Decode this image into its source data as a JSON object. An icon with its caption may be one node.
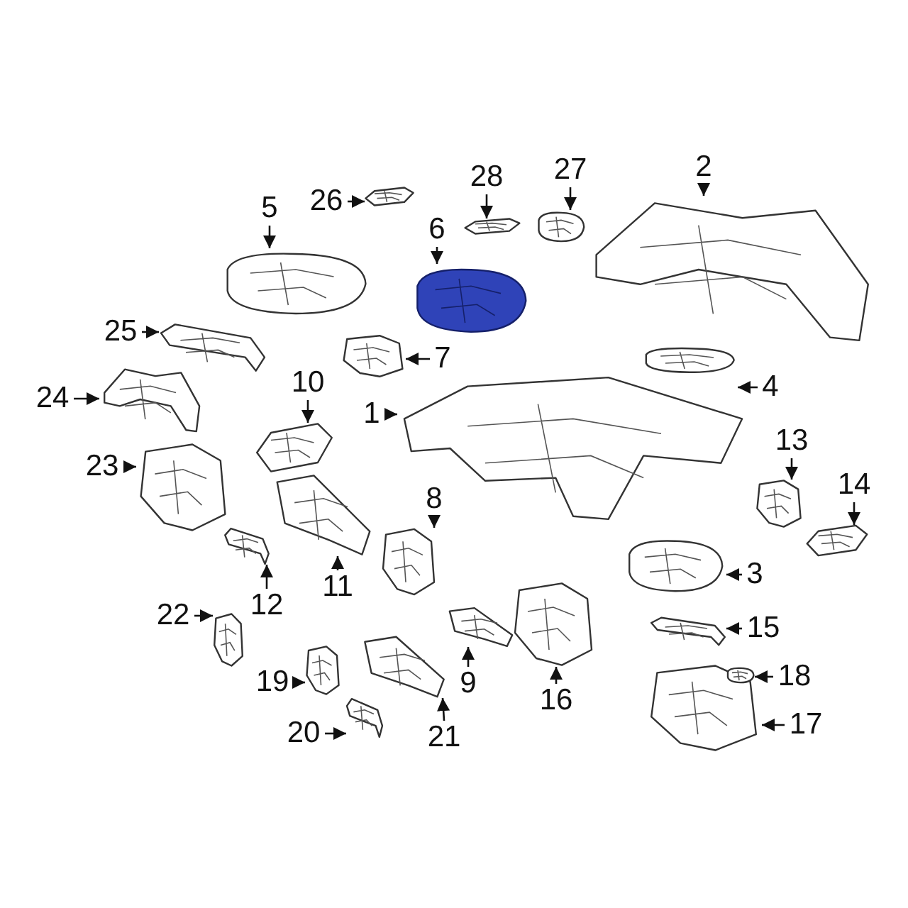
{
  "diagram": {
    "nodes": [
      {
        "text": [
          "1"
        ]
      },
      {
        "text": [
          "2"
        ]
      },
      {
        "text": [
          "3"
        ]
      },
      {
        "text": [
          "4"
        ]
      },
      {
        "text": [
          "5"
        ]
      },
      {
        "text": [
          "6"
        ]
      },
      {
        "text": [
          "7"
        ]
      },
      {
        "text": [
          "8"
        ]
      },
      {
        "text": [
          "9"
        ]
      },
      {
        "text": [
          "10"
        ]
      },
      {
        "text": [
          "11"
        ]
      },
      {
        "text": [
          "12"
        ]
      },
      {
        "text": [
          "13"
        ]
      },
      {
        "text": [
          "14"
        ]
      },
      {
        "text": [
          "15"
        ]
      },
      {
        "text": [
          "16"
        ]
      },
      {
        "text": [
          "17"
        ]
      },
      {
        "text": [
          "18"
        ]
      },
      {
        "text": [
          "19"
        ]
      },
      {
        "text": [
          "20"
        ]
      },
      {
        "text": [
          "21"
        ]
      },
      {
        "text": [
          "22"
        ]
      },
      {
        "text": [
          "23"
        ]
      },
      {
        "text": [
          "24"
        ]
      },
      {
        "text": [
          "25"
        ]
      },
      {
        "text": [
          "26"
        ]
      },
      {
        "text": [
          "27"
        ]
      },
      {
        "text": [
          "28"
        ]
      },
      {
        "text": [],
        "shape": "picture"
      },
      {
        "text": [],
        "shape": "picture"
      },
      {
        "text": [],
        "shape": "picture"
      },
      {
        "text": [],
        "shape": "picture"
      },
      {
        "text": [],
        "shape": "picture"
      },
      {
        "text": [],
        "shape": "picture"
      },
      {
        "text": [],
        "shape": "picture"
      },
      {
        "text": [],
        "shape": "picture"
      },
      {
        "text": [],
        "shape": "picture"
      },
      {
        "text": [],
        "shape": "picture"
      },
      {
        "text": [],
        "shape": "picture"
      },
      {
        "text": [],
        "shape": "picture"
      },
      {
        "text": [],
        "shape": "picture"
      },
      {
        "text": [],
        "shape": "picture"
      },
      {
        "text": [],
        "shape": "picture"
      },
      {
        "text": [],
        "shape": "picture"
      },
      {
        "text": [],
        "shape": "picture"
      },
      {
        "text": [],
        "shape": "picture"
      },
      {
        "text": [],
        "shape": "picture"
      },
      {
        "text": [],
        "shape": "picture"
      },
      {
        "text": [],
        "shape": "picture"
      },
      {
        "text": [],
        "shape": "picture"
      },
      {
        "text": [],
        "shape": "picture"
      },
      {
        "text": [],
        "shape": "picture"
      },
      {
        "text": [],
        "shape": "picture"
      },
      {
        "text": [],
        "shape": "picture"
      },
      {
        "text": [],
        "shape": "picture"
      },
      {
        "text": [],
        "shape": "picture"
      }
    ],
    "edges": [
      {
        "from": 0,
        "to": 28,
        "arrow": "to"
      },
      {
        "from": 1,
        "to": 29,
        "arrow": "to"
      },
      {
        "from": 2,
        "to": 30,
        "arrow": "to"
      },
      {
        "from": 3,
        "to": 31,
        "arrow": "to"
      },
      {
        "from": 4,
        "to": 32,
        "arrow": "to"
      },
      {
        "from": 5,
        "to": 33,
        "arrow": "to"
      },
      {
        "from": 6,
        "to": 34,
        "arrow": "to"
      },
      {
        "from": 7,
        "to": 35,
        "arrow": "to"
      },
      {
        "from": 8,
        "to": 36,
        "arrow": "to"
      },
      {
        "from": 9,
        "to": 37,
        "arrow": "to"
      },
      {
        "from": 10,
        "to": 38,
        "arrow": "to"
      },
      {
        "from": 11,
        "to": 39,
        "arrow": "to"
      },
      {
        "from": 12,
        "to": 40,
        "arrow": "to"
      },
      {
        "from": 13,
        "to": 41,
        "arrow": "to"
      },
      {
        "from": 14,
        "to": 42,
        "arrow": "to"
      },
      {
        "from": 15,
        "to": 43,
        "arrow": "to"
      },
      {
        "from": 16,
        "to": 44,
        "arrow": "to"
      },
      {
        "from": 17,
        "to": 45,
        "arrow": "to"
      },
      {
        "from": 18,
        "to": 46,
        "arrow": "to"
      },
      {
        "from": 19,
        "to": 47,
        "arrow": "to"
      },
      {
        "from": 20,
        "to": 48,
        "arrow": "to"
      },
      {
        "from": 21,
        "to": 49,
        "arrow": "to"
      },
      {
        "from": 22,
        "to": 50,
        "arrow": "to"
      },
      {
        "from": 23,
        "to": 51,
        "arrow": "to"
      },
      {
        "from": 24,
        "to": 52,
        "arrow": "to"
      },
      {
        "from": 25,
        "to": 53,
        "arrow": "to"
      },
      {
        "from": 26,
        "to": 54,
        "arrow": "to"
      },
      {
        "from": 27,
        "to": 55,
        "arrow": "to"
      }
    ]
  }
}
